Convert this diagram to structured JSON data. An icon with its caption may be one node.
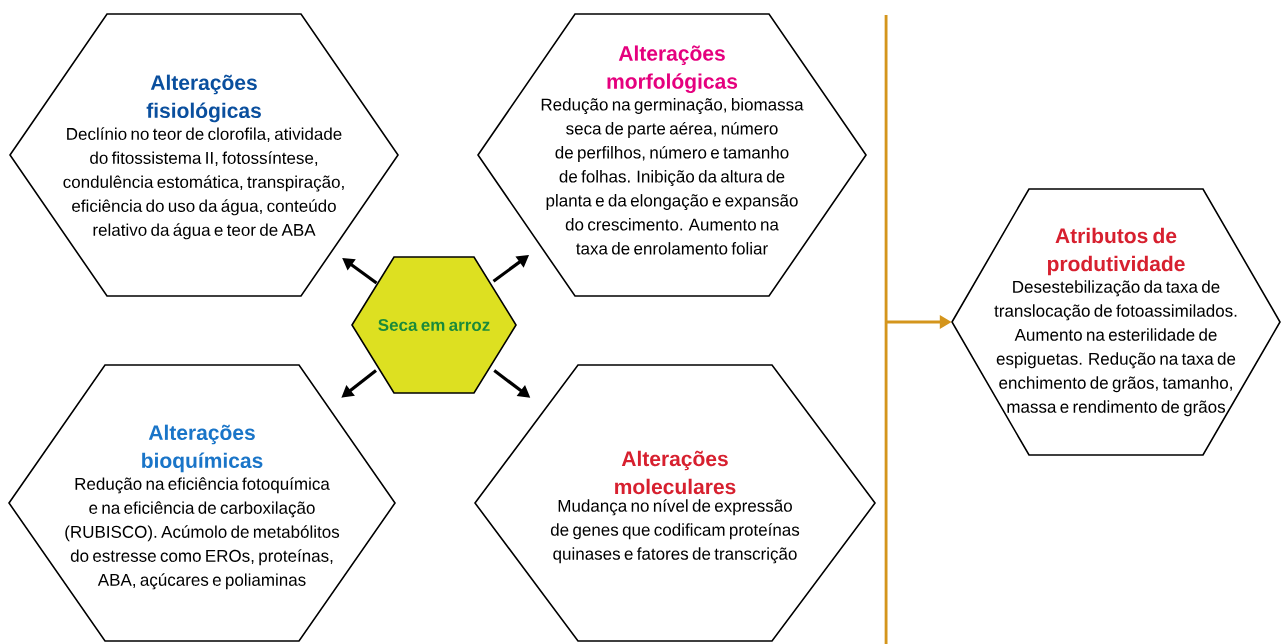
{
  "diagram": {
    "nodes": [
      {
        "text": [
          "Alterações fisiológicas",
          "Declínio no teor de clorofila, atividade do fitossistema II, fotossíntese, condulência estomática, transpiração, eficiência do uso da água, conteúdo relativo da água e teor de ABA"
        ]
      },
      {
        "text": [
          "Alterações morfológicas",
          "Redução na germinação, biomassa seca de parte aérea, número de perfilhos, número e tamanho de folhas. Inibição da altura de planta e da elongação e expansão do crescimento. Aumento na taxa de enrolamento foliar"
        ]
      },
      {
        "text": [
          "Seca em arroz"
        ]
      },
      {
        "text": [
          "Alterações bioquímicas",
          "Redução na eficiência fotoquímica e na eficiência de carboxilação (RUBISCO). Acúmolo de metabólitos do estresse como EROs, proteínas, ABA, açúcares e poliaminas"
        ]
      },
      {
        "text": [
          "Alterações moleculares",
          "Mudança no nível de expressão de genes que codificam proteínas quinases e fatores de transcrição"
        ]
      },
      {
        "text": [
          "Atributos de produtividade",
          "Desestebilização da taxa de translocação de fotoassimilados. Aumento na esterilidade de espiguetas. Redução na taxa de enchimento de grãos, tamanho, massa e rendimento de grãos"
        ]
      }
    ],
    "edges": [
      {
        "from": 2,
        "to": 0,
        "arrow": "to"
      },
      {
        "from": 2,
        "to": 1,
        "arrow": "to"
      },
      {
        "from": 2,
        "to": 3,
        "arrow": "to"
      },
      {
        "from": 2,
        "to": 4,
        "arrow": "to"
      },
      {
        "from": null,
        "to": 5,
        "arrow": "to",
        "color": "#d4951c"
      }
    ]
  }
}
